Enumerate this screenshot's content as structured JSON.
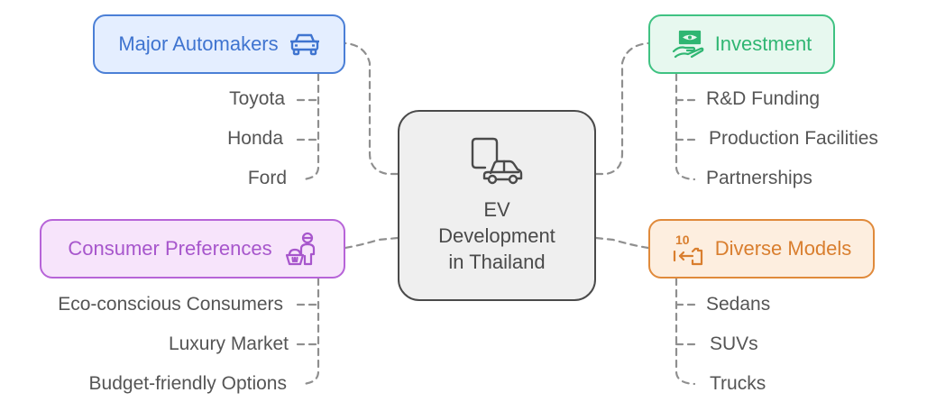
{
  "center": {
    "title": "EV\nDevelopment\nin Thailand",
    "icon": "phone-car-icon"
  },
  "branches": {
    "automakers": {
      "label": "Major Automakers",
      "icon": "car-icon",
      "color": "#4b7fd6",
      "fill": "#e4eeff",
      "items": [
        "Toyota",
        "Honda",
        "Ford"
      ]
    },
    "investment": {
      "label": "Investment",
      "icon": "money-hand-icon",
      "color": "#3fc282",
      "fill": "#e7f8ef",
      "items": [
        "R&D Funding",
        "Production Facilities",
        "Partnerships"
      ]
    },
    "consumer": {
      "label": "Consumer Preferences",
      "icon": "shopper-basket-icon",
      "color": "#b764d8",
      "fill": "#f7e4fb",
      "items": [
        "Eco-conscious Consumers",
        "Luxury Market",
        "Budget-friendly Options"
      ]
    },
    "models": {
      "label": "Diverse Models",
      "icon": "numbered-list-icon",
      "icon_text": "10",
      "color": "#e08a3b",
      "fill": "#fdeedf",
      "items": [
        "Sedans",
        "SUVs",
        "Trucks"
      ]
    }
  },
  "connector_color": "#8f8f8f"
}
